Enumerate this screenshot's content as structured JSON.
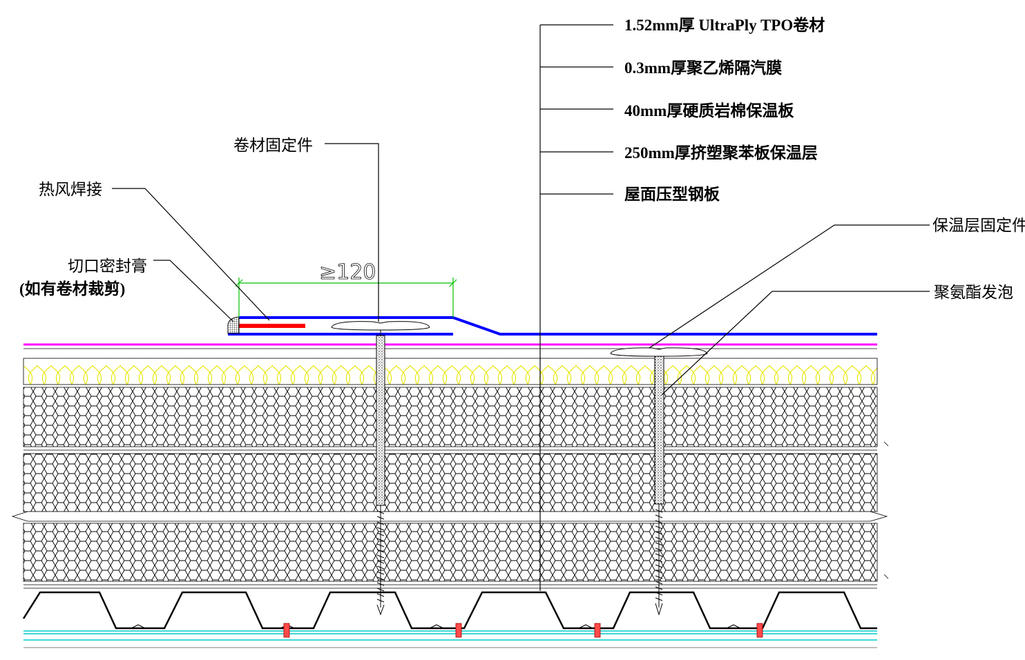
{
  "layer_callouts": [
    {
      "label": "1.52mm厚 UltraPly  TPO卷材"
    },
    {
      "label": "0.3mm厚聚乙烯隔汽膜"
    },
    {
      "label": "40mm厚硬质岩棉保温板"
    },
    {
      "label": "250mm厚挤塑聚苯板保温层"
    },
    {
      "label": "屋面压型钢板"
    }
  ],
  "callouts": {
    "membrane_fastener": "卷材固定件",
    "hot_air_weld": "热风焊接",
    "edge_sealant_line1": "切口密封膏",
    "edge_sealant_line2": "(如有卷材裁剪)",
    "insulation_fastener": "保温层固定件",
    "pu_foam": "聚氨酯发泡"
  },
  "dimension": {
    "overlap": "≥120"
  },
  "colors": {
    "tpo_membrane": "#0000ff",
    "vapor_barrier": "#ff00ff",
    "rock_wool": "#ffff00",
    "weld_strip": "#ff0000",
    "dimension_line": "#00c000",
    "base_line": "#00cccc"
  }
}
